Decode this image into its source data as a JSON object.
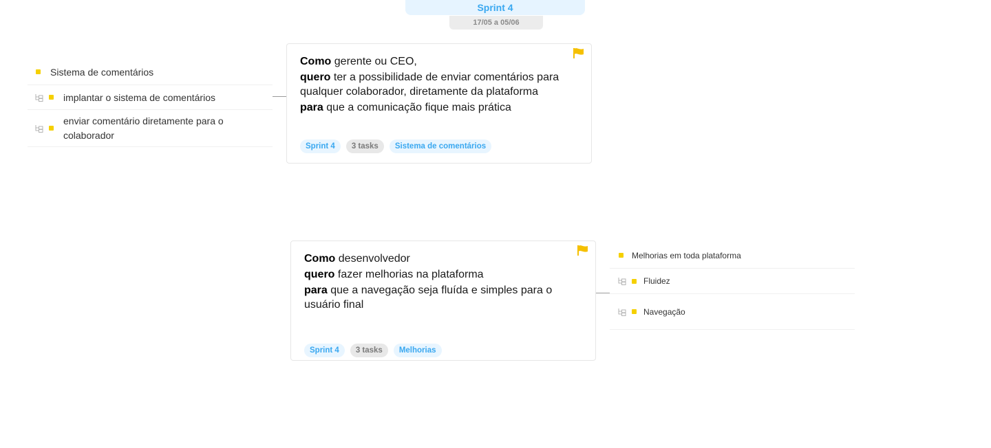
{
  "sprint": {
    "title": "Sprint 4",
    "dates": "17/05 a 05/06"
  },
  "stories": [
    {
      "lines": [
        {
          "keyword": "Como",
          "text": " gerente ou CEO,"
        },
        {
          "keyword": "quero",
          "text": " ter a possibilidade de enviar comentários para qualquer colaborador, diretamente da plataforma"
        },
        {
          "keyword": "para",
          "text": " que a comunicação fique mais prática"
        }
      ],
      "tags": {
        "sprint": "Sprint 4",
        "tasks": "3 tasks",
        "epic": "Sistema de comentários"
      },
      "epic": {
        "title": "Sistema de comentários",
        "tasks": [
          "implantar o sistema de comentários",
          "enviar comentário diretamente para o colaborador"
        ]
      }
    },
    {
      "lines": [
        {
          "keyword": "Como",
          "text": " desenvolvedor"
        },
        {
          "keyword": "quero",
          "text": " fazer melhorias na plataforma"
        },
        {
          "keyword": "para",
          "text": " que a navegação seja fluída e simples para o usuário final"
        }
      ],
      "tags": {
        "sprint": "Sprint 4",
        "tasks": "3 tasks",
        "epic": "Melhorias"
      },
      "epic": {
        "title": "Melhorias em toda plataforma",
        "tasks": [
          "Fluidez",
          "Navegação"
        ]
      }
    }
  ],
  "colors": {
    "accent": "#3aa8f0",
    "flag": "#f5c000",
    "bullet": "#f5d000"
  },
  "icons": {
    "priority": "flag-icon",
    "subtask": "subtask-icon"
  }
}
